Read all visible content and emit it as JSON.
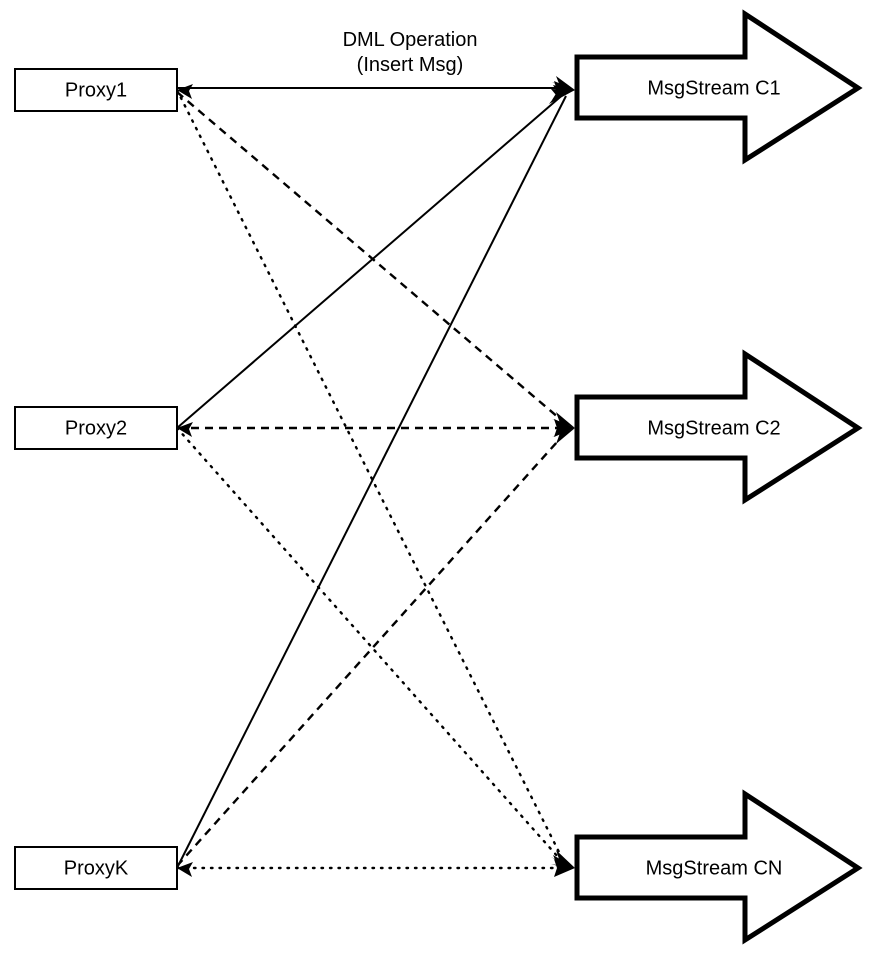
{
  "diagram": {
    "title_annotation": {
      "line1": "DML Operation",
      "line2": "(Insert Msg)"
    },
    "colors": {
      "stroke": "#000000",
      "fill": "#ffffff",
      "background": "#ffffff"
    },
    "proxies": [
      {
        "id": "proxy1",
        "label": "Proxy1"
      },
      {
        "id": "proxy2",
        "label": "Proxy2"
      },
      {
        "id": "proxyK",
        "label": "ProxyK"
      }
    ],
    "streams": [
      {
        "id": "c1",
        "label": "MsgStream C1"
      },
      {
        "id": "c2",
        "label": "MsgStream C2"
      },
      {
        "id": "cn",
        "label": "MsgStream CN"
      }
    ],
    "connections": [
      {
        "from": "proxy1",
        "to": "c1",
        "style": "solid"
      },
      {
        "from": "proxy1",
        "to": "c2",
        "style": "dashed"
      },
      {
        "from": "proxy1",
        "to": "cn",
        "style": "dotted"
      },
      {
        "from": "proxy2",
        "to": "c1",
        "style": "solid"
      },
      {
        "from": "proxy2",
        "to": "c2",
        "style": "dashed"
      },
      {
        "from": "proxy2",
        "to": "cn",
        "style": "dotted"
      },
      {
        "from": "proxyK",
        "to": "c1",
        "style": "solid"
      },
      {
        "from": "proxyK",
        "to": "c2",
        "style": "dashed"
      },
      {
        "from": "proxyK",
        "to": "cn",
        "style": "dotted"
      }
    ]
  }
}
